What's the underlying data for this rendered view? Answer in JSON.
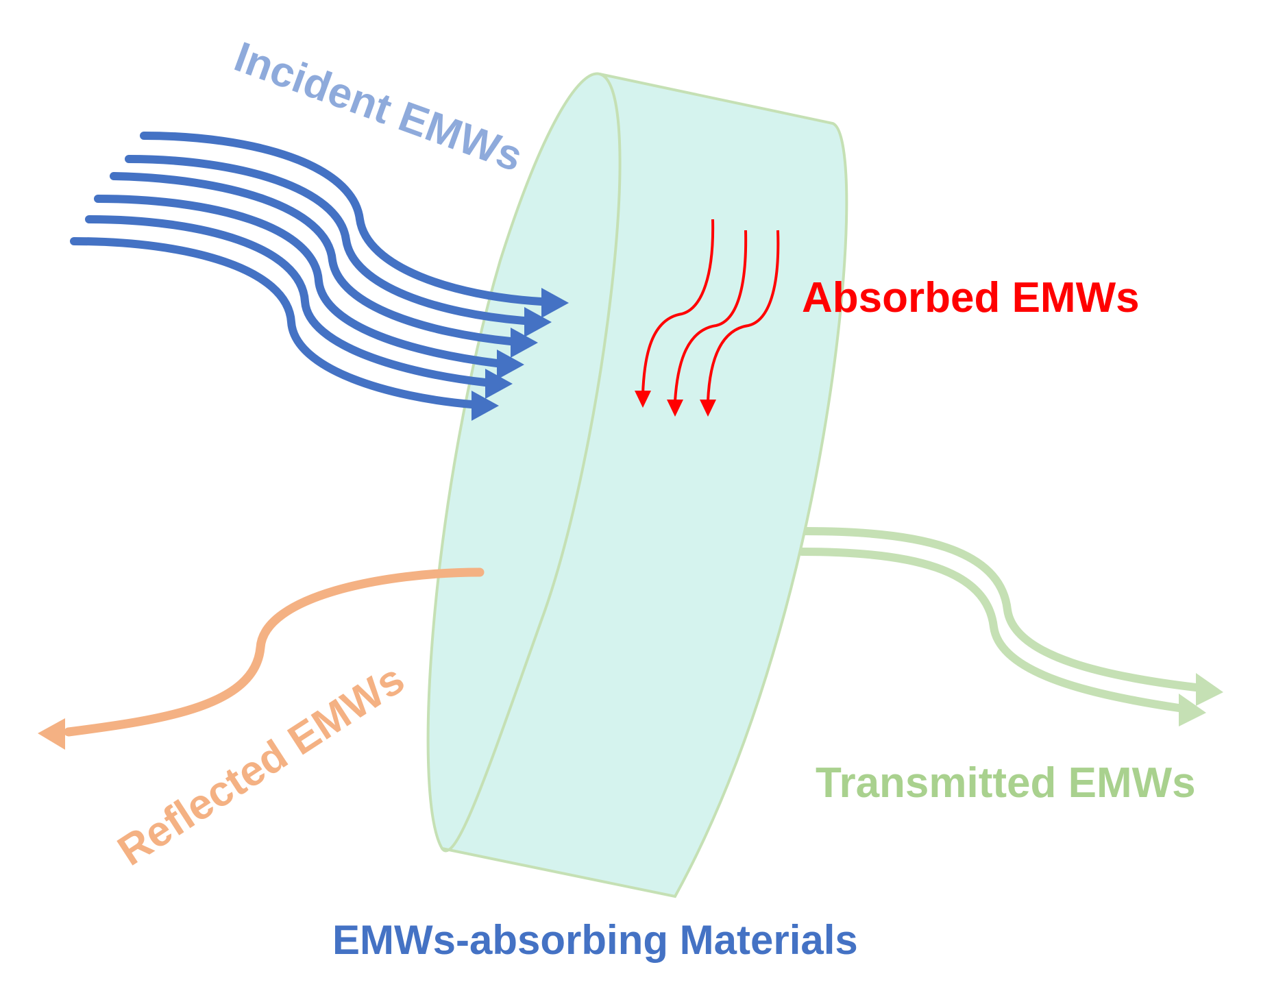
{
  "colors": {
    "incident": "#4472C4",
    "incident_label": "#8EAADB",
    "absorbed": "#FF0000",
    "reflected": "#F4B183",
    "transmitted": "#C5E0B4",
    "transmitted_label": "#A9D18E",
    "material_fill": "#D5F3EE",
    "material_edge": "#C5E0B4",
    "material_label": "#4472C4"
  },
  "labels": {
    "incident": "Incident EMWs",
    "absorbed": "Absorbed EMWs",
    "reflected": "Reflected EMWs",
    "transmitted": "Transmitted EMWs",
    "material": "EMWs-absorbing Materials"
  }
}
